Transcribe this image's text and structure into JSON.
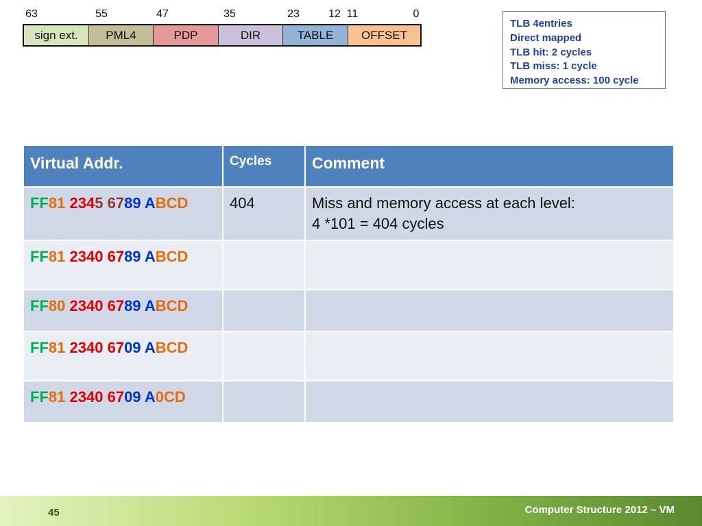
{
  "bit_labels": [
    "63",
    "55",
    "47",
    "35",
    "23",
    "12",
    "11",
    "0"
  ],
  "fields": [
    {
      "label": "sign ext.",
      "color": "#d7e4bd"
    },
    {
      "label": "PML4",
      "color": "#c4bd97"
    },
    {
      "label": "PDP",
      "color": "#e6999a"
    },
    {
      "label": "DIR",
      "color": "#ccc1da"
    },
    {
      "label": "TABLE",
      "color": "#95b3d7"
    },
    {
      "label": "OFFSET",
      "color": "#fac090"
    }
  ],
  "info_box": {
    "lines": [
      "TLB 4entries",
      "Direct mapped",
      "TLB hit: 2 cycles",
      "TLB miss: 1 cycle",
      "Memory access: 100 cycle"
    ]
  },
  "table": {
    "headers": [
      "Virtual Addr.",
      "Cycles",
      "Comment"
    ],
    "segment_colors": {
      "g": "#00b050",
      "o": "#e46c0a",
      "r": "#e00000",
      "m": "#953735",
      "b": "#0033cc"
    },
    "rows": [
      {
        "addr": [
          [
            "FF",
            "g"
          ],
          [
            "81",
            "o"
          ],
          [
            " ",
            ""
          ],
          [
            "234",
            "r"
          ],
          [
            "5",
            "m"
          ],
          [
            " ",
            ""
          ],
          [
            "67",
            "m"
          ],
          [
            "89",
            "b"
          ],
          [
            " ",
            ""
          ],
          [
            "A",
            "b"
          ],
          [
            "BCD",
            "o"
          ]
        ],
        "cycles": "404",
        "comment": [
          "Miss and memory access at each level:",
          "4 *101 = 404 cycles"
        ]
      },
      {
        "addr": [
          [
            "FF",
            "g"
          ],
          [
            "81",
            "o"
          ],
          [
            " ",
            ""
          ],
          [
            "2340",
            "r"
          ],
          [
            " ",
            ""
          ],
          [
            "67",
            "r"
          ],
          [
            "89",
            "b"
          ],
          [
            " ",
            ""
          ],
          [
            "A",
            "b"
          ],
          [
            "BCD",
            "o"
          ]
        ],
        "cycles": "",
        "comment": []
      },
      {
        "addr": [
          [
            "FF",
            "g"
          ],
          [
            "80",
            "o"
          ],
          [
            " ",
            ""
          ],
          [
            "2340",
            "r"
          ],
          [
            " ",
            ""
          ],
          [
            "67",
            "r"
          ],
          [
            "89",
            "b"
          ],
          [
            " ",
            ""
          ],
          [
            "A",
            "b"
          ],
          [
            "BCD",
            "o"
          ]
        ],
        "cycles": "",
        "comment": []
      },
      {
        "addr": [
          [
            "FF",
            "g"
          ],
          [
            "81",
            "o"
          ],
          [
            " ",
            ""
          ],
          [
            "2340",
            "r"
          ],
          [
            " ",
            ""
          ],
          [
            "67",
            "r"
          ],
          [
            "09",
            "b"
          ],
          [
            " ",
            ""
          ],
          [
            "A",
            "b"
          ],
          [
            "BCD",
            "o"
          ]
        ],
        "cycles": "",
        "comment": []
      },
      {
        "addr": [
          [
            "FF",
            "g"
          ],
          [
            "81",
            "o"
          ],
          [
            " ",
            ""
          ],
          [
            "2340",
            "r"
          ],
          [
            " ",
            ""
          ],
          [
            "67",
            "r"
          ],
          [
            "09",
            "b"
          ],
          [
            " ",
            ""
          ],
          [
            "A",
            "b"
          ],
          [
            "0",
            "o"
          ],
          [
            "CD",
            "o"
          ]
        ],
        "cycles": "",
        "comment": []
      }
    ]
  },
  "footer": {
    "page_number": "45",
    "title": "Computer Structure 2012 – VM"
  }
}
